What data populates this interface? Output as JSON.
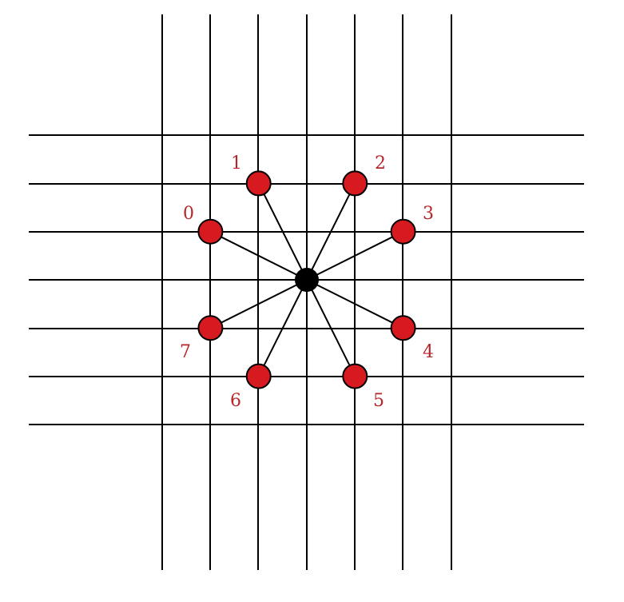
{
  "colors": {
    "background": "#ffffff",
    "grid": "#000000",
    "center_node": "#000000",
    "neighbor_fill": "#d71920",
    "label": "#b5262b"
  },
  "neighbors": [
    {
      "label": "0",
      "col": -2,
      "row": -1
    },
    {
      "label": "1",
      "col": -1,
      "row": -2
    },
    {
      "label": "2",
      "col": 1,
      "row": -2
    },
    {
      "label": "3",
      "col": 2,
      "row": -1
    },
    {
      "label": "4",
      "col": 2,
      "row": 1
    },
    {
      "label": "5",
      "col": 1,
      "row": 2
    },
    {
      "label": "6",
      "col": -1,
      "row": 2
    },
    {
      "label": "7",
      "col": -2,
      "row": 1
    }
  ]
}
